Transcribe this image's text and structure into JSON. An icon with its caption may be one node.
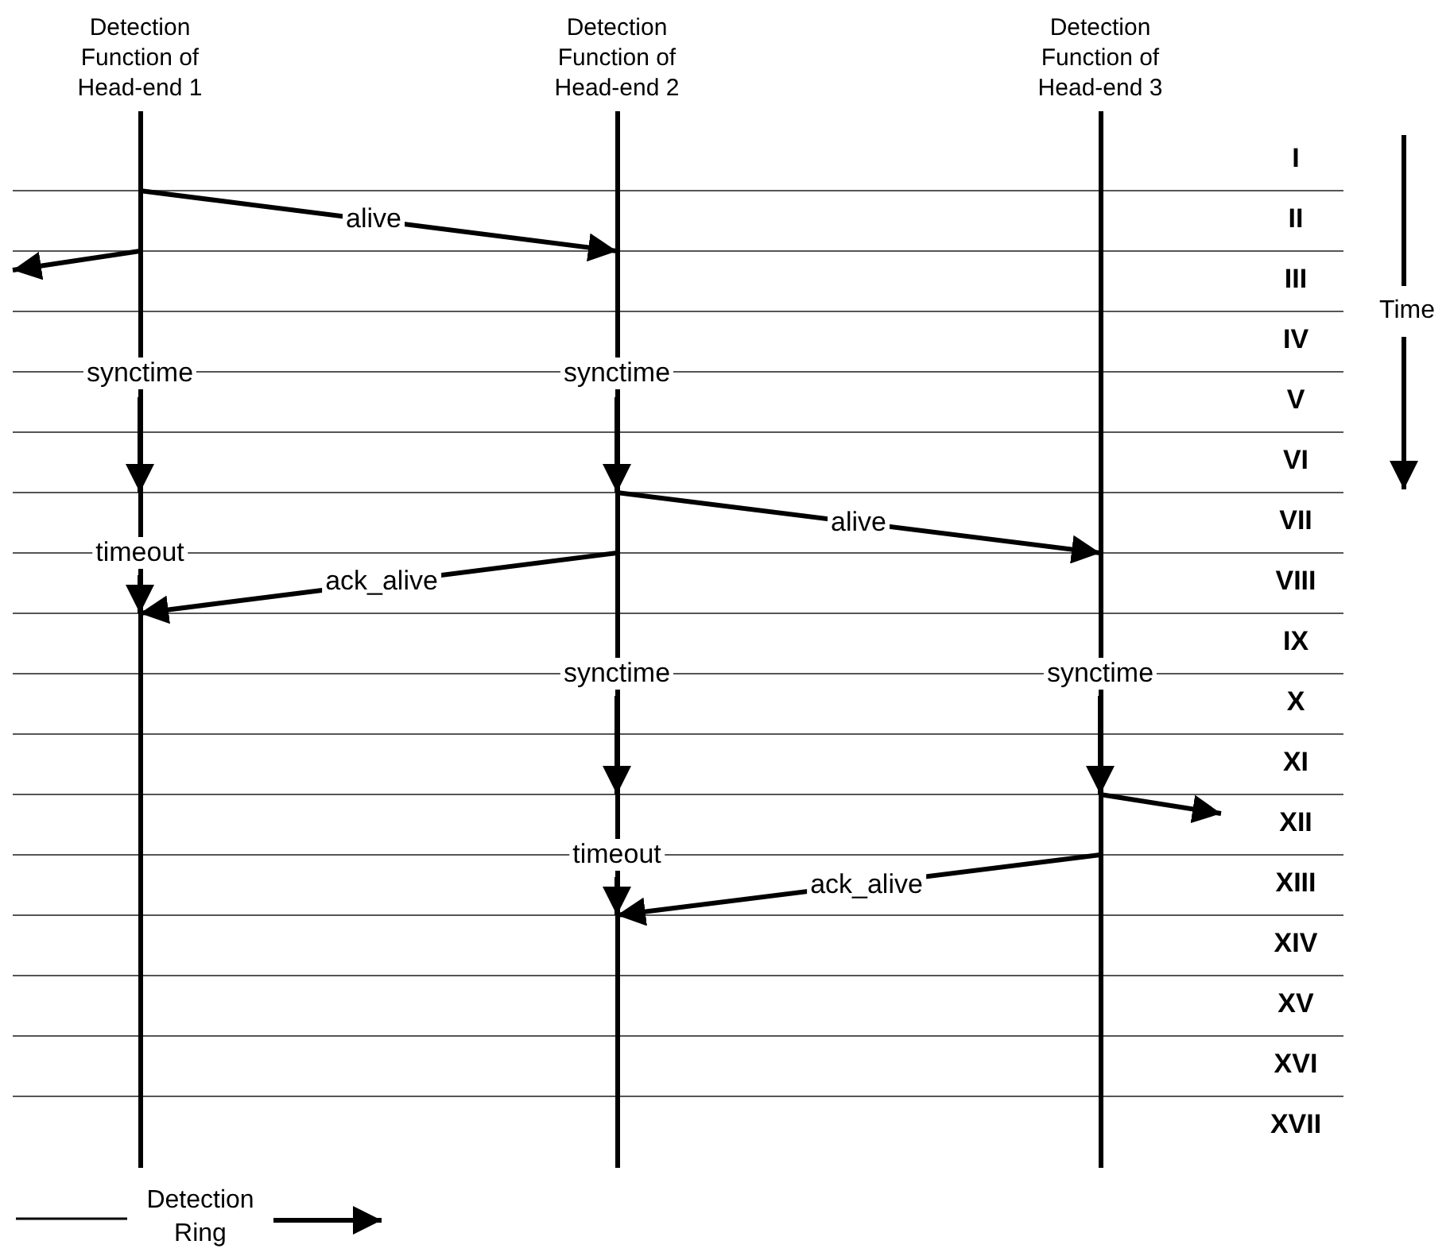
{
  "diagram": {
    "nodes": [
      {
        "text": [
          "Detection Function of Head-end 1"
        ]
      },
      {
        "text": [
          "Detection Function of Head-end 2"
        ]
      },
      {
        "text": [
          "Detection Function of Head-end 3"
        ]
      }
    ],
    "edges": [
      {
        "from": 0,
        "to": 1,
        "arrow": "to",
        "label": "alive"
      },
      {
        "from": 0,
        "to": null,
        "arrow": "to"
      },
      {
        "from": 1,
        "to": 2,
        "arrow": "to",
        "label": "alive"
      },
      {
        "from": 1,
        "to": 0,
        "arrow": "to",
        "label": "ack_alive"
      },
      {
        "from": 2,
        "to": null,
        "arrow": "to"
      },
      {
        "from": 2,
        "to": 1,
        "arrow": "to",
        "label": "ack_alive"
      }
    ],
    "labels": [
      "I",
      "II",
      "III",
      "Time",
      "IV",
      "synctime",
      "synctime",
      "V",
      "VI",
      "VII",
      "timeout",
      "VIII",
      "IX",
      "synctime",
      "synctime",
      "X",
      "XI",
      "XII",
      "timeout",
      "XIII",
      "XIV",
      "XV",
      "XVI",
      "XVII",
      "Detection Ring"
    ]
  }
}
